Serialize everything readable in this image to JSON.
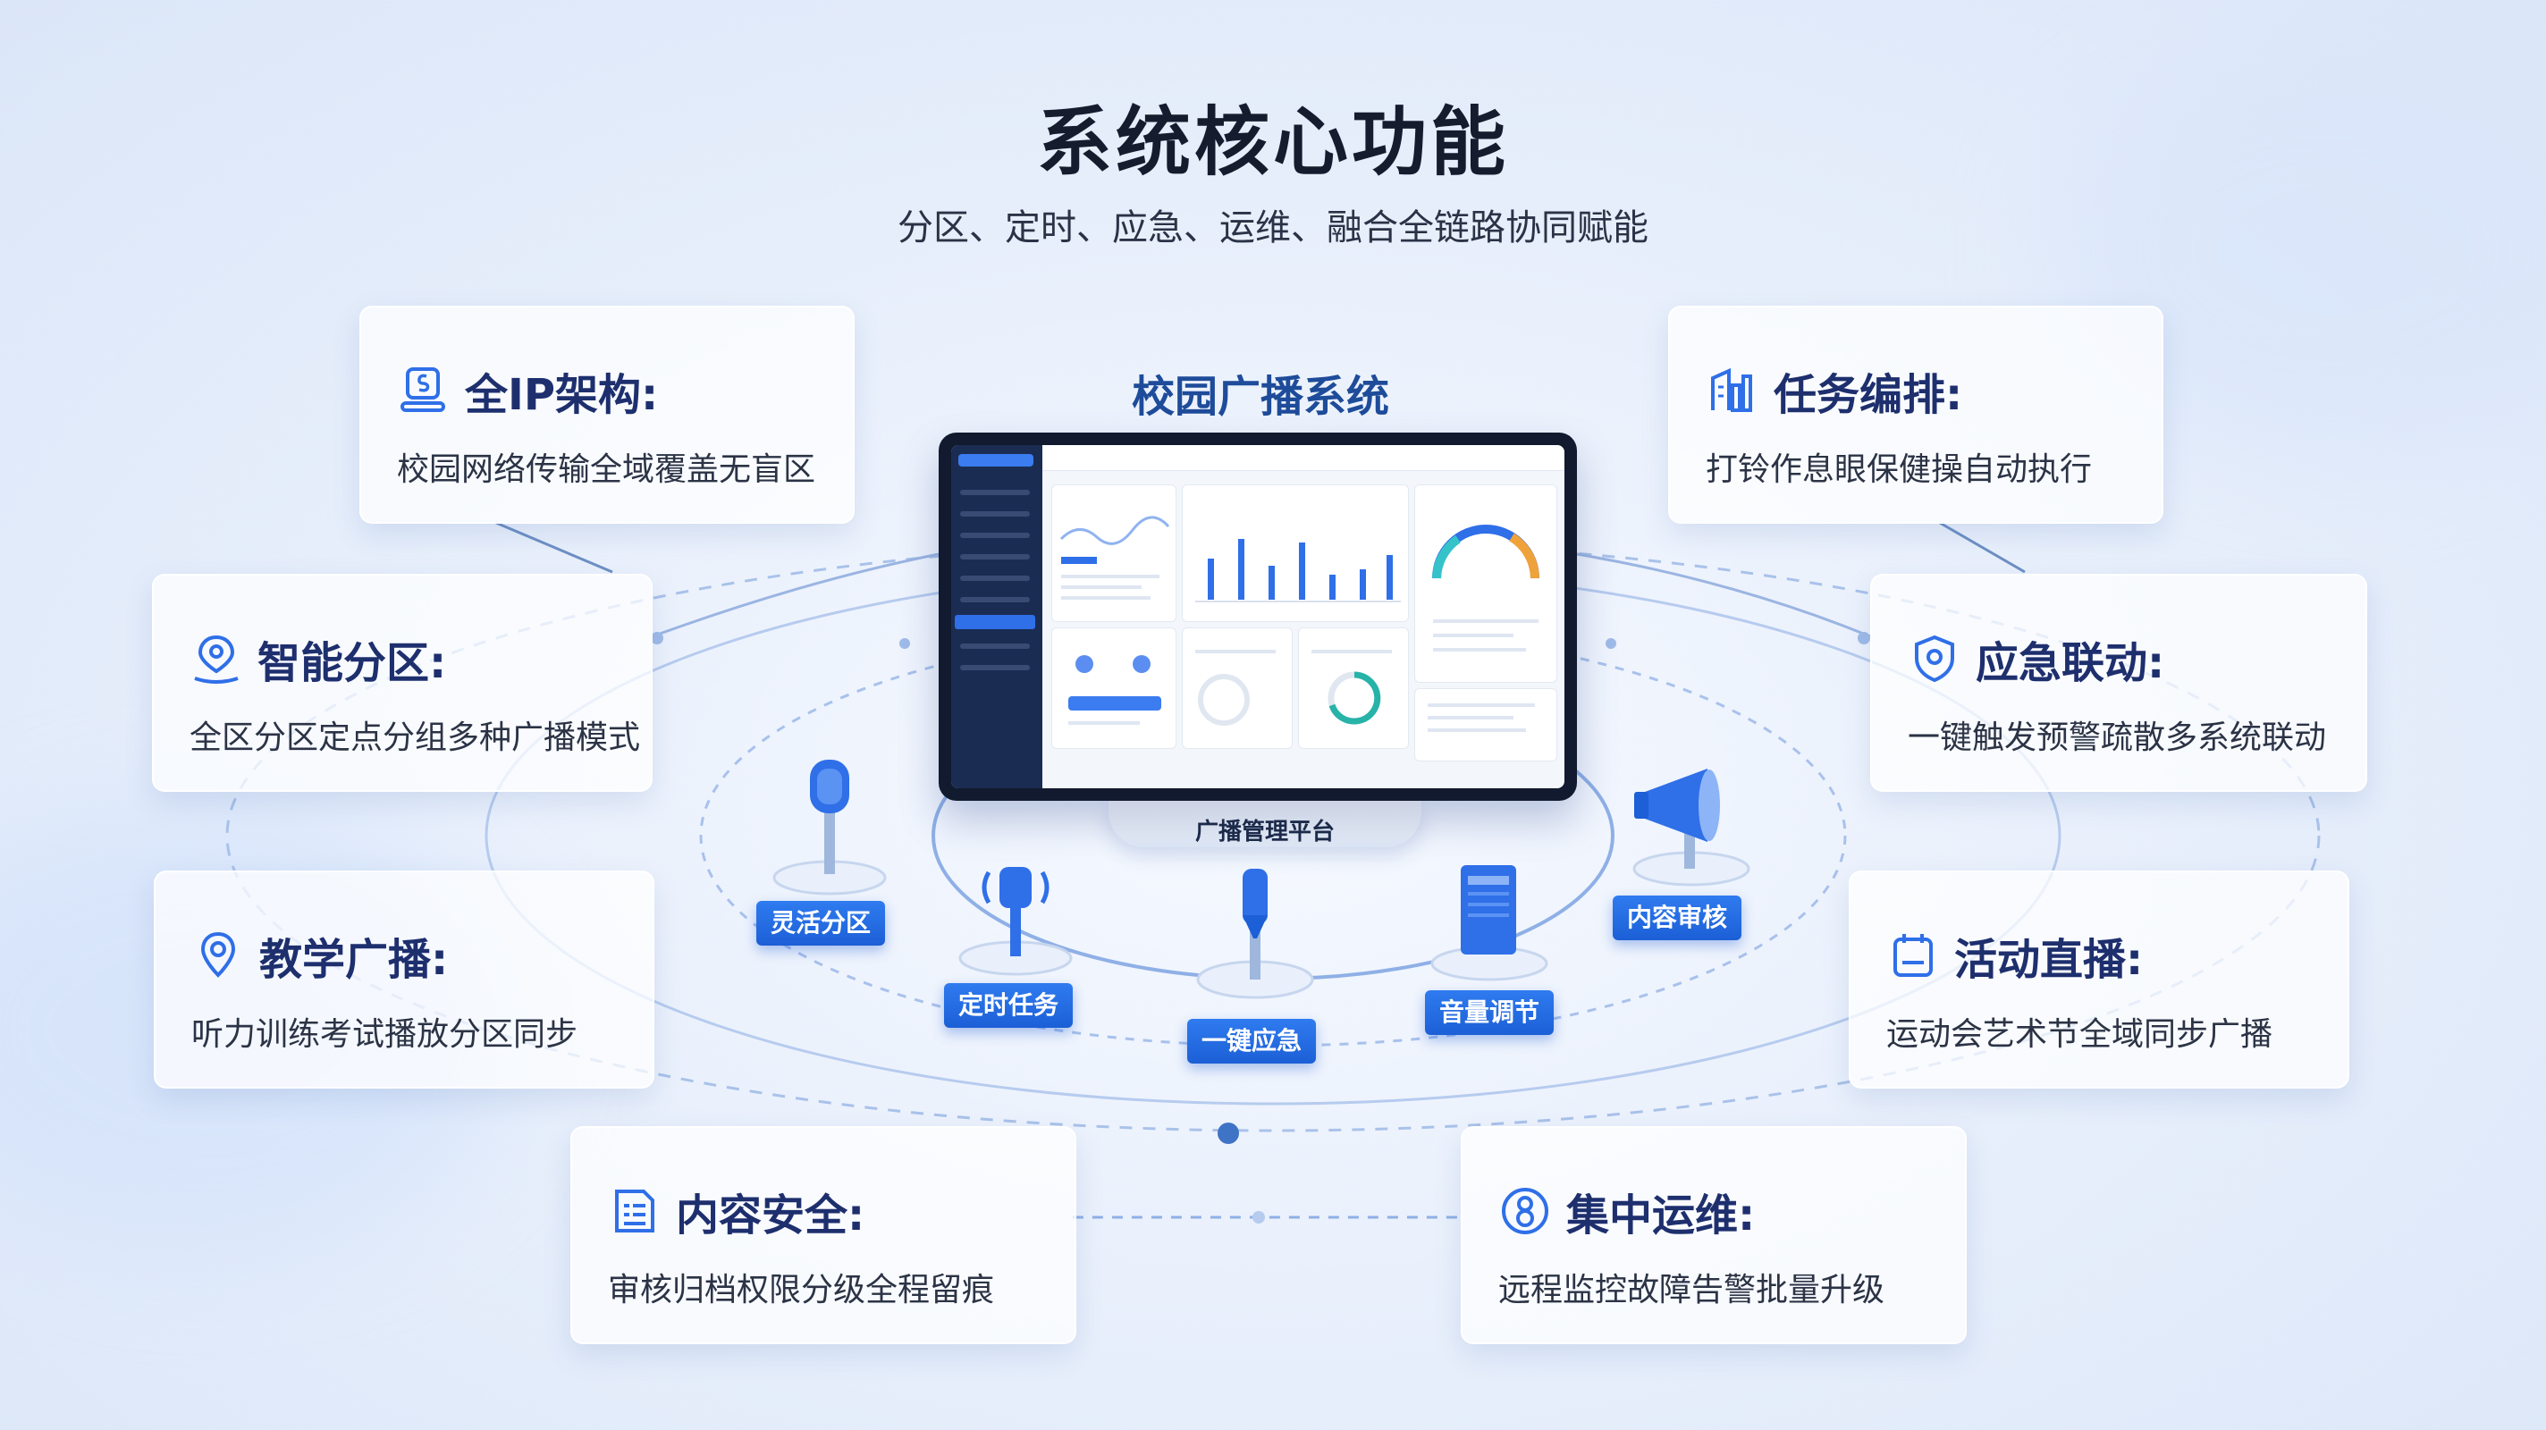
{
  "header": {
    "title": "系统核心功能",
    "subtitle": "分区、定时、应急、运维、融合全链路协同赋能"
  },
  "center": {
    "title": "校园广播系统",
    "platform_label": "广播管理平台"
  },
  "features": [
    {
      "id": "full-ip",
      "title": "全IP架构:",
      "desc": "校园网络传输全域覆盖无盲区",
      "icon": "monitor-dollar-icon"
    },
    {
      "id": "smart-zone",
      "title": "智能分区:",
      "desc": "全区分区定点分组多种广播模式",
      "icon": "location-pin-icon"
    },
    {
      "id": "teaching",
      "title": "教学广播:",
      "desc": "听力训练考试播放分区同步",
      "icon": "map-pin-icon"
    },
    {
      "id": "content-security",
      "title": "内容安全:",
      "desc": "审核归档权限分级全程留痕",
      "icon": "document-list-icon"
    },
    {
      "id": "task",
      "title": "任务编排:",
      "desc": "打铃作息眼保健操自动执行",
      "icon": "bar-chart-icon"
    },
    {
      "id": "emergency",
      "title": "应急联动:",
      "desc": "一键触发预警疏散多系统联动",
      "icon": "shield-icon"
    },
    {
      "id": "live",
      "title": "活动直播:",
      "desc": "运动会艺术节全域同步广播",
      "icon": "calendar-icon"
    },
    {
      "id": "ops",
      "title": "集中运维:",
      "desc": "远程监控故障告警批量升级",
      "icon": "circle-number-icon"
    }
  ],
  "devices": [
    {
      "id": "flex-zone",
      "label": "灵活分区",
      "icon": "microphone-icon"
    },
    {
      "id": "timer-task",
      "label": "定时任务",
      "icon": "speaker-tower-icon"
    },
    {
      "id": "one-key",
      "label": "一键应急",
      "icon": "emergency-button-icon"
    },
    {
      "id": "volume",
      "label": "音量调节",
      "icon": "volume-box-icon"
    },
    {
      "id": "content-review",
      "label": "内容审核",
      "icon": "megaphone-icon"
    }
  ],
  "colors": {
    "accent": "#1c5fd6",
    "title_dark": "#141c2e",
    "card_title": "#1e2f6e",
    "icon_blue": "#2f6fe8"
  }
}
